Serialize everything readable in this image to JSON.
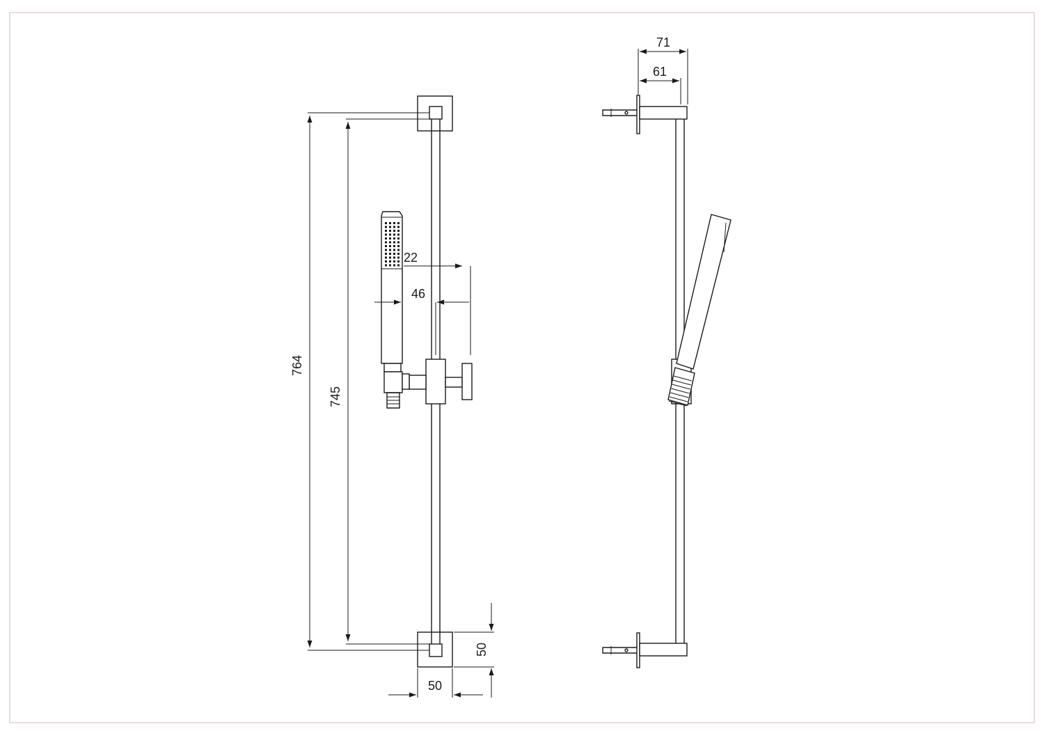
{
  "frame_color": "#e3cdd5",
  "line_color": "#1a1a1a",
  "dimensions": {
    "overall_height": "764",
    "rail_length": "745",
    "bracket_height": "50",
    "bracket_width": "50",
    "handshower_width": "22",
    "handshower_offset": "46",
    "side_projection_total": "71",
    "side_projection_inner": "61"
  }
}
